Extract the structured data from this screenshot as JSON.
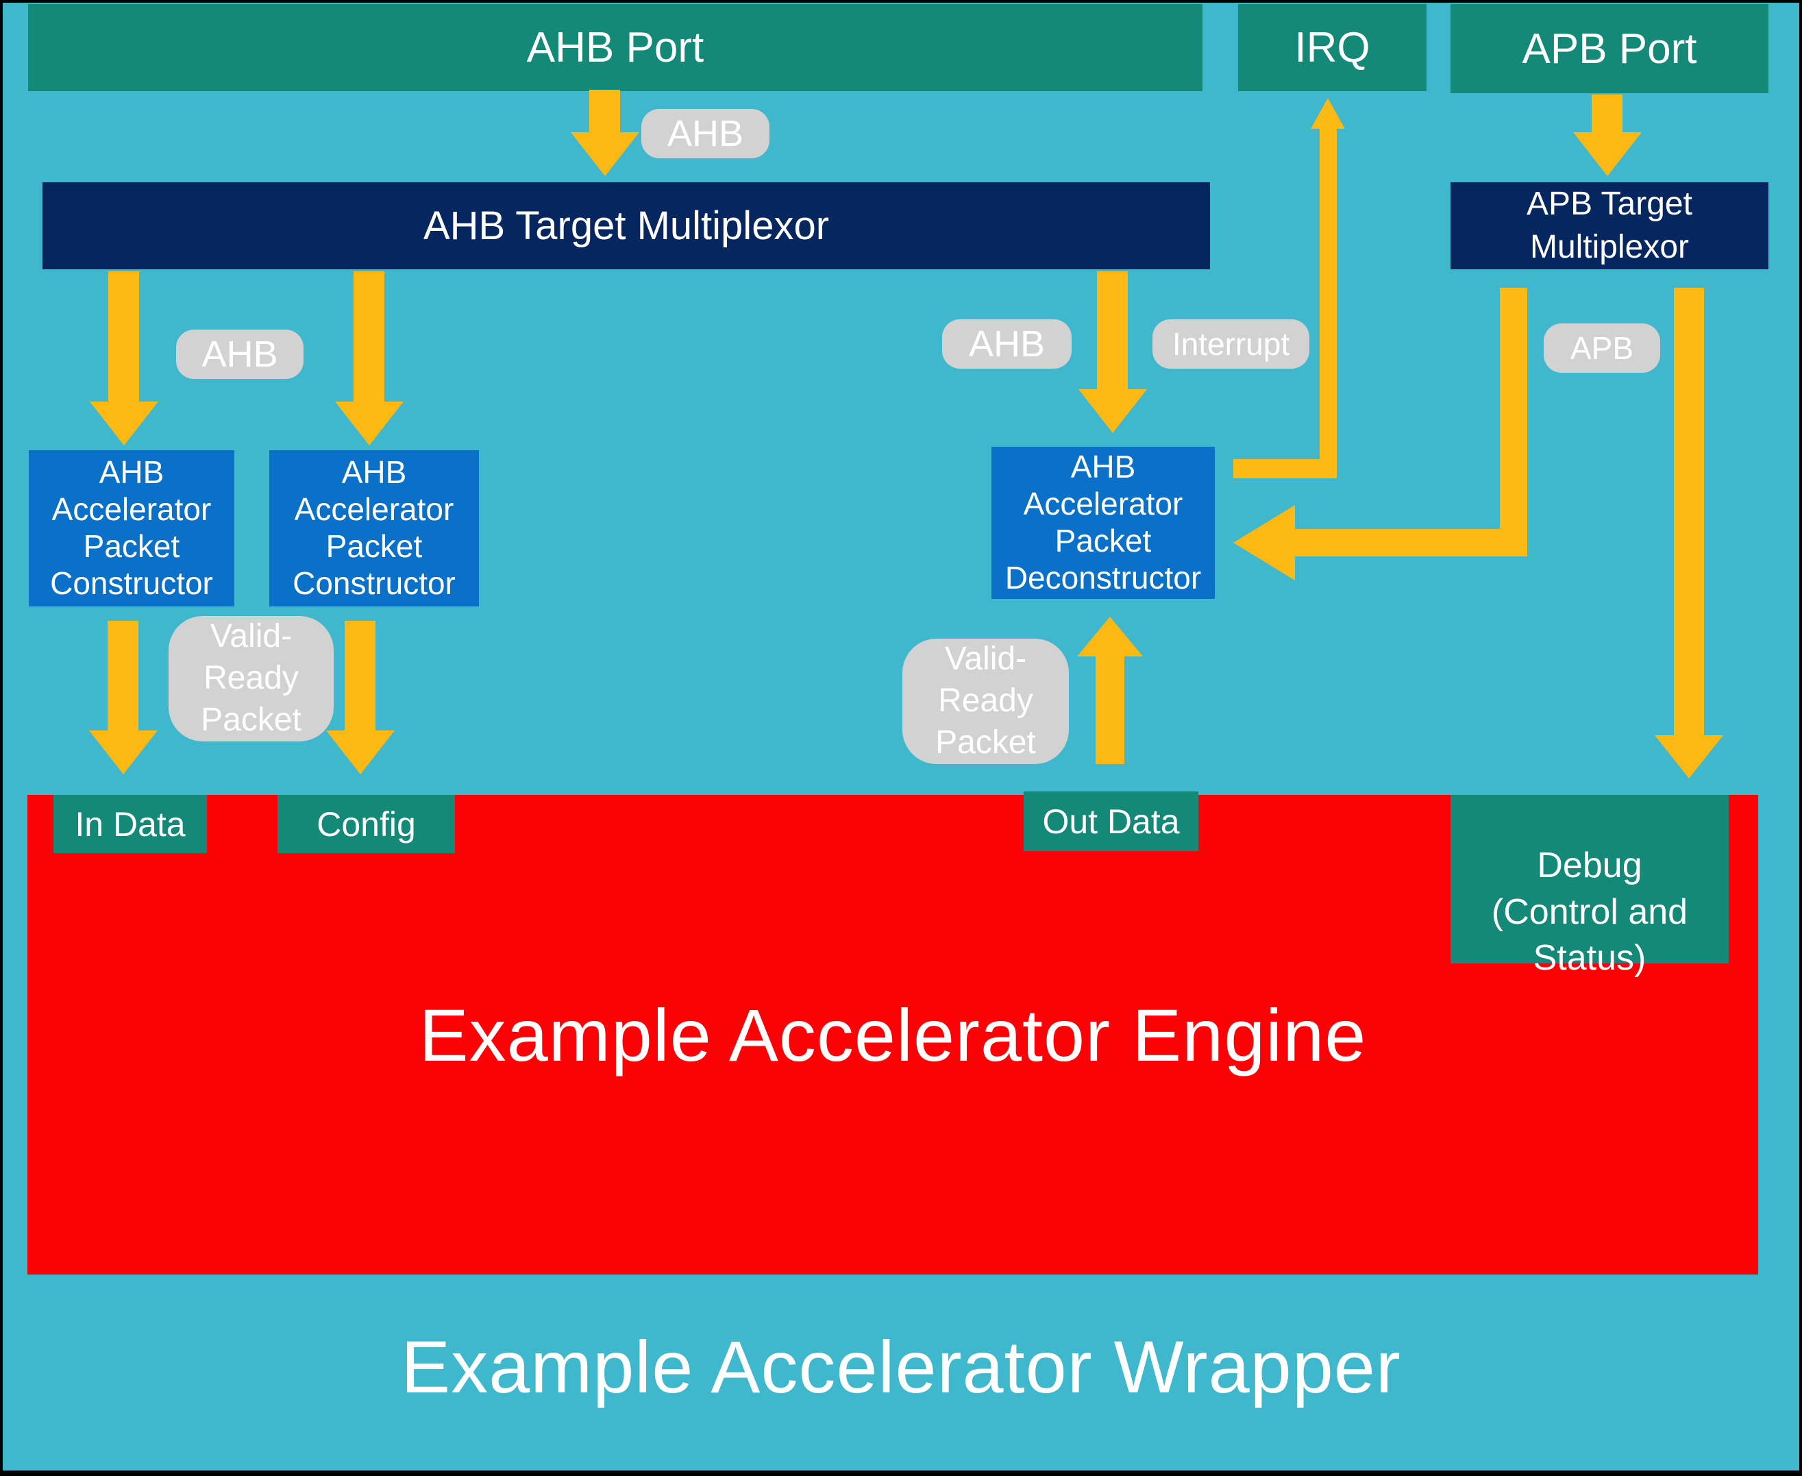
{
  "colors": {
    "background": "#3FB8CE",
    "teal": "#148978",
    "navy": "#062660",
    "blue": "#0B70C7",
    "yellow": "#FCB813",
    "gray": "#D2D2D2",
    "red": "#FB0306",
    "text": "#FFFFFF"
  },
  "ports": {
    "ahb": "AHB Port",
    "irq": "IRQ",
    "apb": "APB Port"
  },
  "muxes": {
    "ahb": "AHB Target Multiplexor",
    "apb": "APB Target Multiplexor"
  },
  "blocks": {
    "constructor1": "AHB Accelerator Packet Constructor",
    "constructor2": "AHB Accelerator Packet Constructor",
    "deconstructor": "AHB Accelerator Packet Deconstructor"
  },
  "bus_labels": {
    "ahb_top": "AHB",
    "ahb_left": "AHB",
    "ahb_right": "AHB",
    "interrupt": "Interrupt",
    "apb": "APB",
    "valid_ready_left": "Valid-Ready Packet",
    "valid_ready_right": "Valid-Ready Packet"
  },
  "engine": {
    "title": "Example Accelerator Engine",
    "in_data": "In Data",
    "config": "Config",
    "out_data": "Out Data",
    "debug": "Debug  (Control and Status)"
  },
  "wrapper_title": "Example Accelerator Wrapper"
}
